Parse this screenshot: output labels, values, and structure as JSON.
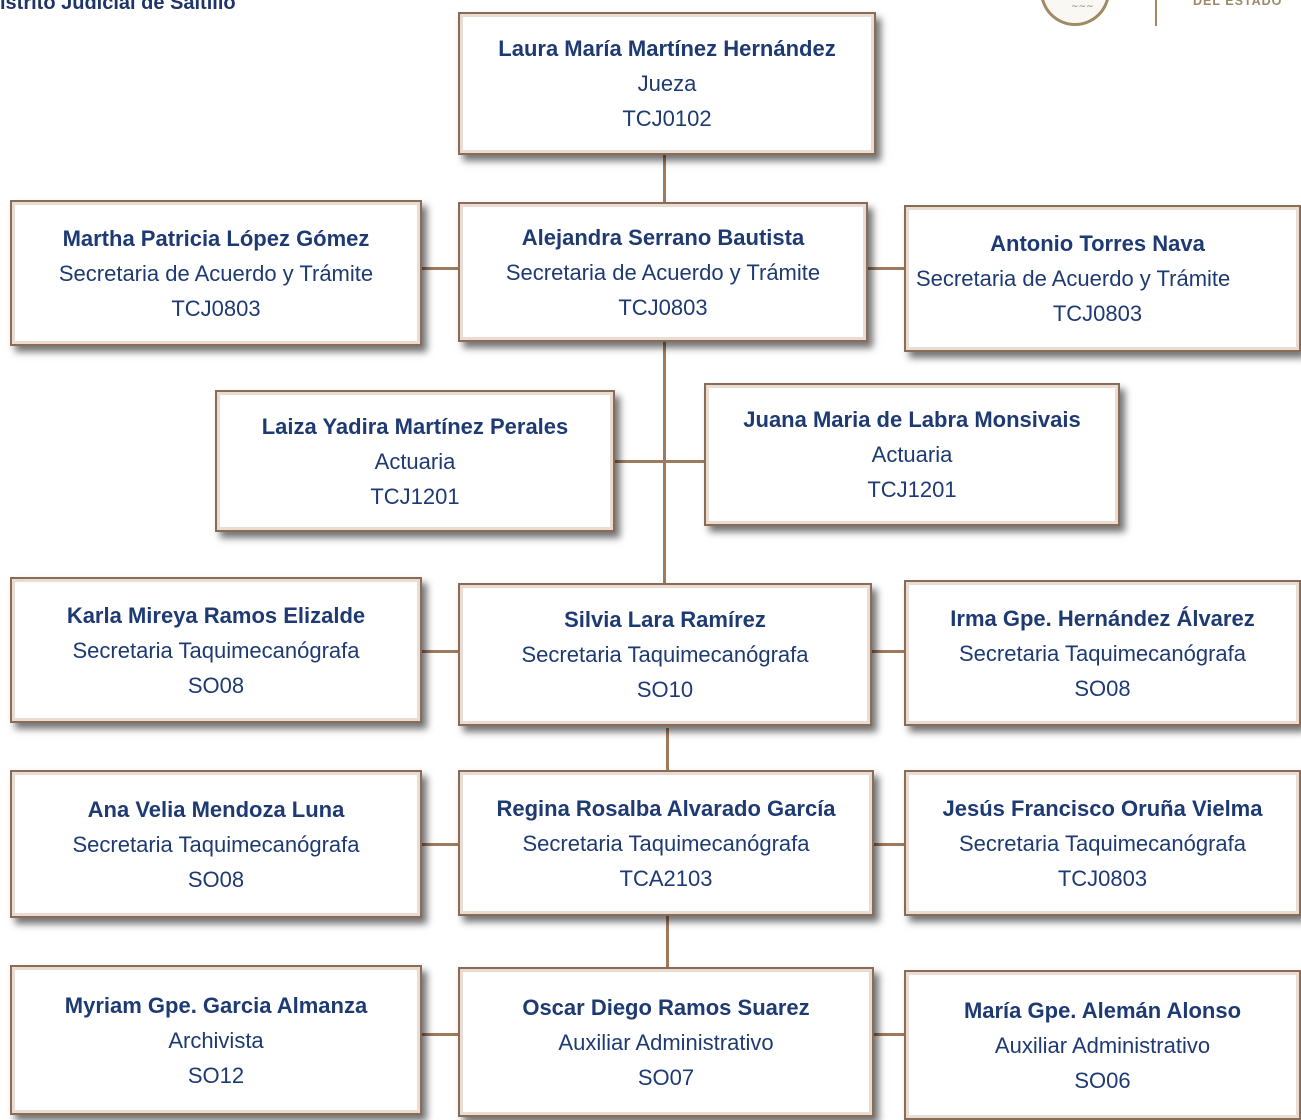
{
  "header": {
    "district_text": "istrito Judicial de Saltillo",
    "logo_text": "DEL ESTADO"
  },
  "nodes": {
    "judge": {
      "name": "Laura María Martínez Hernández",
      "role": "Jueza",
      "code": "TCJ0102"
    },
    "secretaria_left": {
      "name": "Martha Patricia López Gómez",
      "role": "Secretaria de Acuerdo  y Trámite",
      "code": "TCJ0803"
    },
    "secretaria_center": {
      "name": "Alejandra Serrano Bautista",
      "role": "Secretaria de Acuerdo  y Trámite",
      "code": "TCJ0803"
    },
    "secretaria_right": {
      "name": "Antonio Torres Nava",
      "role": "Secretaria de Acuerdo  y Trámite",
      "code": "TCJ0803"
    },
    "actuaria_left": {
      "name": "Laiza Yadira Martínez Perales",
      "role": "Actuaria",
      "code": "TCJ1201"
    },
    "actuaria_right": {
      "name": "Juana Maria de Labra Monsivais",
      "role": "Actuaria",
      "code": "TCJ1201"
    },
    "taqui1_left": {
      "name": "Karla Mireya Ramos Elizalde",
      "role": "Secretaria Taquimecanógrafa",
      "code": "SO08"
    },
    "taqui1_center": {
      "name": "Silvia Lara Ramírez",
      "role": "Secretaria Taquimecanógrafa",
      "code": "SO10"
    },
    "taqui1_right": {
      "name": "Irma Gpe. Hernández Álvarez",
      "role": "Secretaria Taquimecanógrafa",
      "code": "SO08"
    },
    "taqui2_left": {
      "name": "Ana Velia Mendoza Luna",
      "role": "Secretaria Taquimecanógrafa",
      "code": "SO08"
    },
    "taqui2_center": {
      "name": "Regina Rosalba Alvarado García",
      "role": "Secretaria Taquimecanógrafa",
      "code": "TCA2103"
    },
    "taqui2_right": {
      "name": "Jesús Francisco Oruña Vielma",
      "role": "Secretaria Taquimecanógrafa",
      "code": "TCJ0803"
    },
    "bottom_left": {
      "name": "Myriam Gpe. Garcia Almanza",
      "role": "Archivista",
      "code": "SO12"
    },
    "bottom_center": {
      "name": "Oscar Diego Ramos Suarez",
      "role": "Auxiliar Administrativo",
      "code": "SO07"
    },
    "bottom_right": {
      "name": "María Gpe. Alemán Alonso",
      "role": "Auxiliar Administrativo",
      "code": "SO06"
    }
  },
  "colors": {
    "text": "#1e3a73",
    "connector": "#a07a5d",
    "box_border": "#8a6b55"
  }
}
